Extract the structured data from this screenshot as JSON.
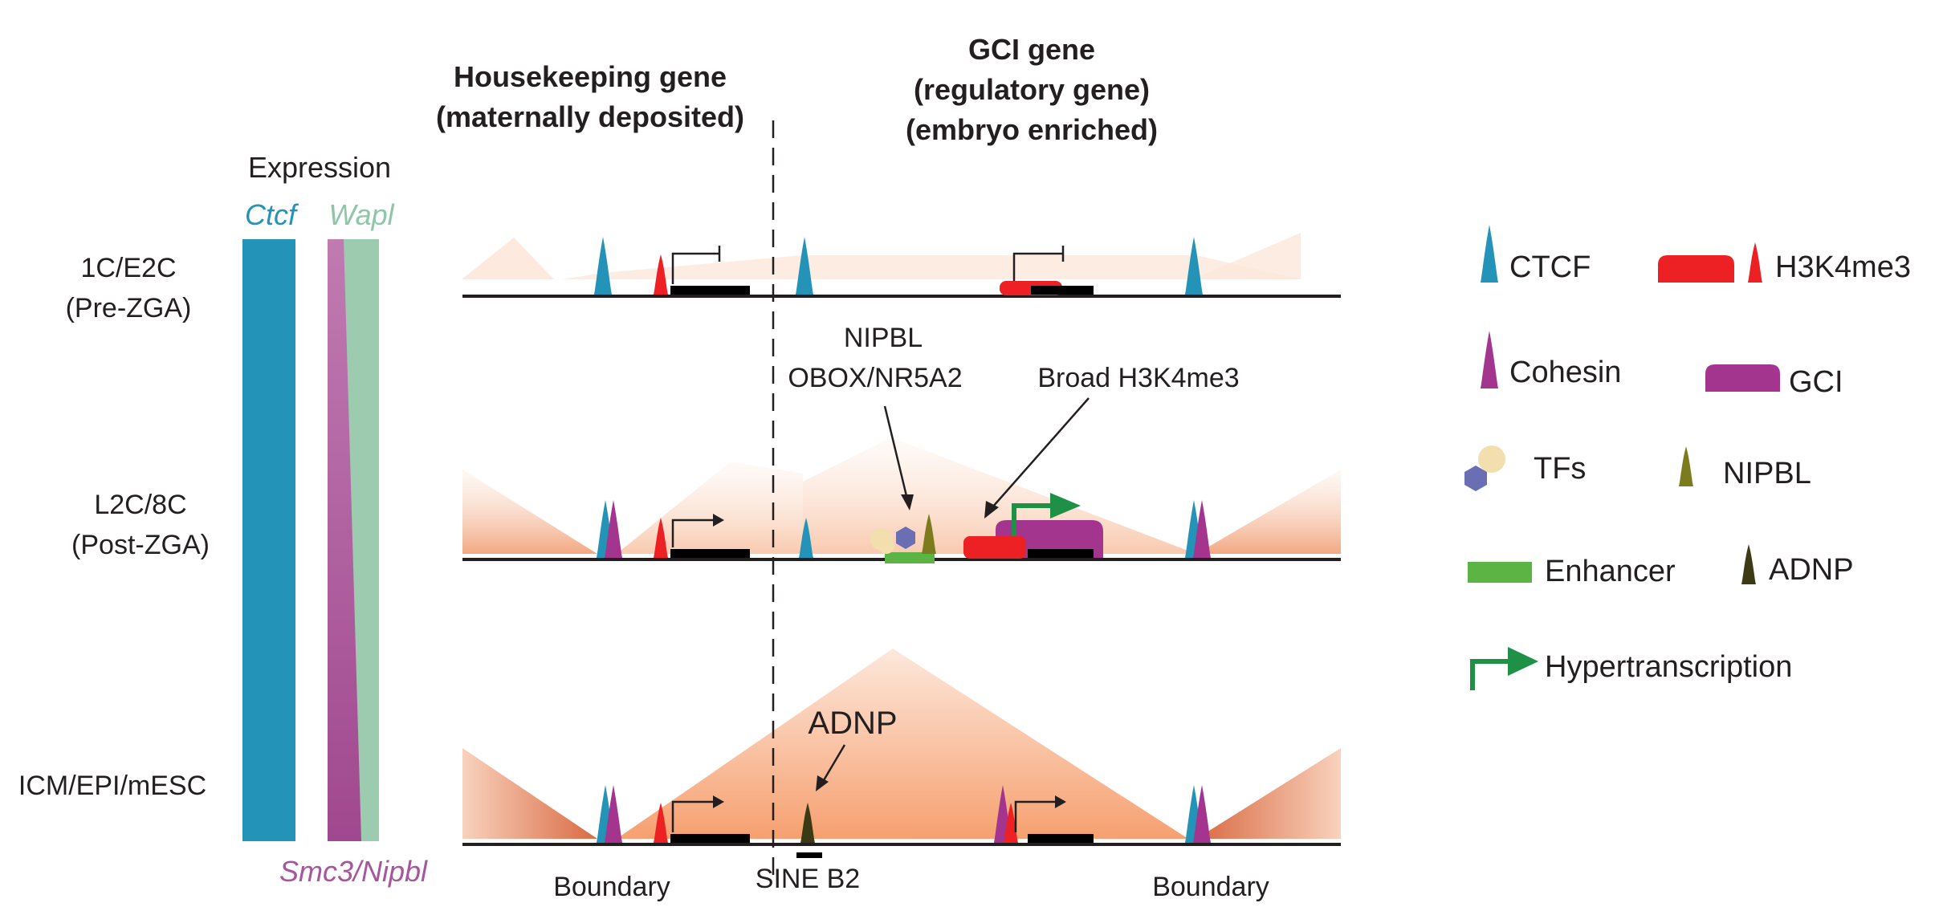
{
  "titles": {
    "housekeeping": [
      "Housekeeping gene",
      "(maternally deposited)"
    ],
    "gci": [
      "GCI gene",
      "(regulatory gene)",
      "(embryo enriched)"
    ]
  },
  "expression": {
    "heading": "Expression",
    "ctcf": "Ctcf",
    "wapl": "Wapl",
    "smc3_nipbl": "Smc3/Nipbl"
  },
  "stages": [
    {
      "line1": "1C/E2C",
      "line2": "(Pre-ZGA)"
    },
    {
      "line1": "L2C/8C",
      "line2": "(Post-ZGA)"
    },
    {
      "line1": "ICM/EPI/mESC",
      "line2": ""
    }
  ],
  "annotations": {
    "nipbl_callout": [
      "NIPBL",
      "OBOX/NR5A2"
    ],
    "broad_h3k4me3": "Broad H3K4me3",
    "adnp": "ADNP",
    "sine_b2": "SINE B2",
    "boundary_left": "Boundary",
    "boundary_right": "Boundary"
  },
  "legend": {
    "ctcf": "CTCF",
    "h3k4me3": "H3K4me3",
    "cohesin": "Cohesin",
    "gci": "GCI",
    "tfs": "TFs",
    "nipbl": "NIPBL",
    "enhancer": "Enhancer",
    "adnp": "ADNP",
    "hypertranscription": "Hypertranscription"
  },
  "colors": {
    "ctcf": "#2394b8",
    "wapl": "#9ccbb0",
    "cohesin": "#a3358f",
    "h3k4me3": "#ed2024",
    "gci": "#a3358f",
    "nipbl": "#7c7c1e",
    "adnp": "#3b3a14",
    "enhancer": "#5bb443",
    "hypertranscription": "#1e9147",
    "tf1": "#f3dfae",
    "tf2": "#6a6fb4",
    "tad": "#f5a071"
  }
}
